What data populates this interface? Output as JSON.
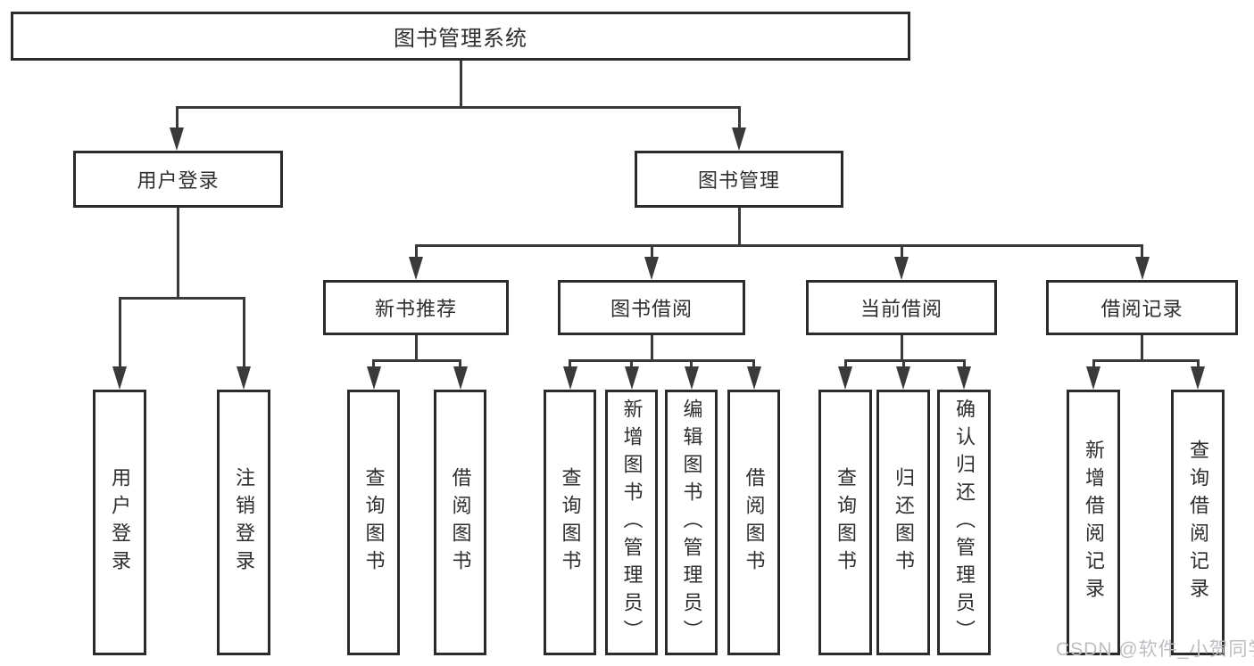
{
  "title": "图书管理系统",
  "tree": {
    "label": "图书管理系统",
    "children": [
      {
        "label": "用户登录",
        "children": [
          {
            "label": "用户登录"
          },
          {
            "label": "注销登录"
          }
        ]
      },
      {
        "label": "图书管理",
        "children": [
          {
            "label": "新书推荐",
            "children": [
              {
                "label": "查询图书"
              },
              {
                "label": "借阅图书"
              }
            ]
          },
          {
            "label": "图书借阅",
            "children": [
              {
                "label": "查询图书"
              },
              {
                "label": "新增图书（管理员）"
              },
              {
                "label": "编辑图书（管理员）"
              },
              {
                "label": "借阅图书"
              }
            ]
          },
          {
            "label": "当前借阅",
            "children": [
              {
                "label": "查询图书"
              },
              {
                "label": "归还图书"
              },
              {
                "label": "确认归还（管理员）"
              }
            ]
          },
          {
            "label": "借阅记录",
            "children": [
              {
                "label": "新增借阅记录"
              },
              {
                "label": "查询借阅记录"
              }
            ]
          }
        ]
      }
    ]
  },
  "watermark": "CSDN @软件_小贺同学",
  "colors": {
    "background": "#ffffff",
    "box_border": "#2b2b2b",
    "connector": "#3a3a3a",
    "text": "#2e2e2e",
    "watermark_text": "#bdbec2"
  }
}
